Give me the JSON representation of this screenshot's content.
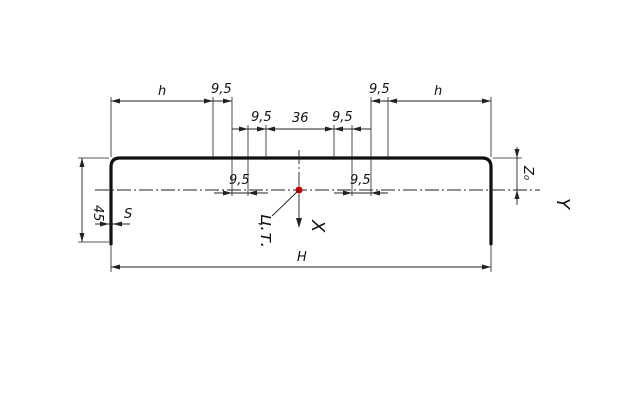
{
  "drawing": {
    "labels": {
      "h_left": "h",
      "h_right": "h",
      "gap_left_outer": "9,5",
      "gap_right_outer": "9,5",
      "gap_left_inner": "9,5",
      "center_dim": "36",
      "gap_right_inner": "9,5",
      "lower_left": "9,5",
      "lower_right": "9,5",
      "height": "45",
      "thickness": "S",
      "width": "H",
      "z0": "Z₀",
      "x_axis": "X",
      "y_axis": "Y",
      "centroid": "ц.т."
    }
  }
}
